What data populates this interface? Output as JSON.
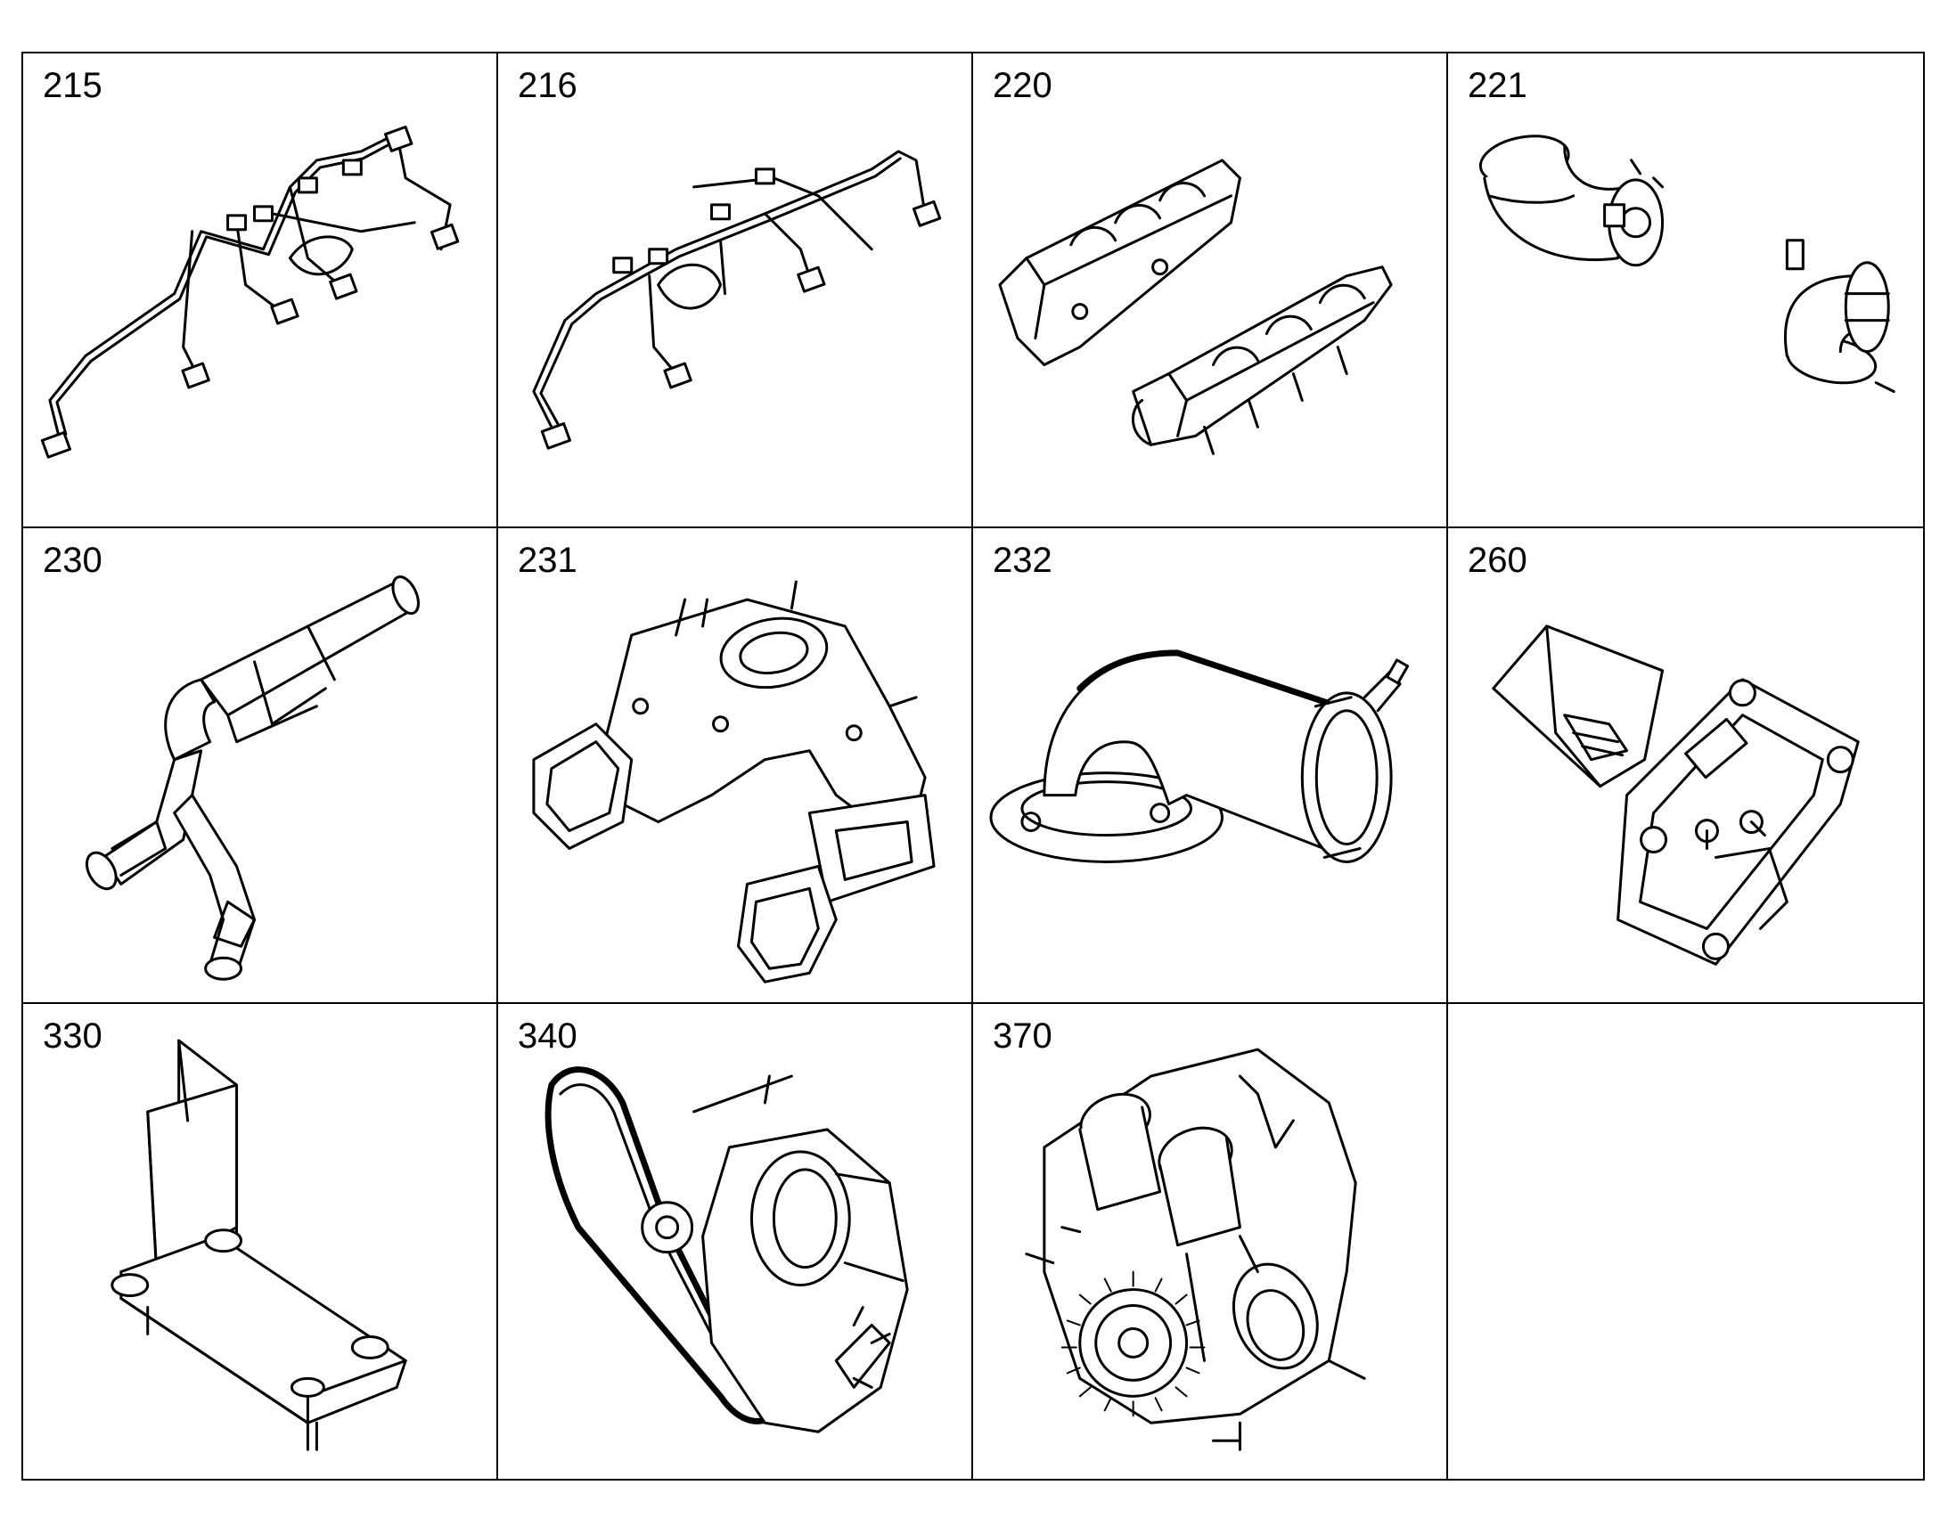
{
  "cells": [
    {
      "label": "215",
      "icon": "fuel-injection-lines-icon"
    },
    {
      "label": "216",
      "icon": "fuel-injection-lines-icon"
    },
    {
      "label": "220",
      "icon": "intake-manifold-icon"
    },
    {
      "label": "221",
      "icon": "air-intake-elbow-icon"
    },
    {
      "label": "230",
      "icon": "exhaust-pipe-icon"
    },
    {
      "label": "231",
      "icon": "exhaust-manifold-icon"
    },
    {
      "label": "232",
      "icon": "elbow-pipe-with-clamp-icon"
    },
    {
      "label": "260",
      "icon": "mounting-bracket-plate-icon"
    },
    {
      "label": "330",
      "icon": "support-bracket-icon"
    },
    {
      "label": "340",
      "icon": "belt-drive-alternator-icon"
    },
    {
      "label": "370",
      "icon": "gear-pump-housing-icon"
    },
    {
      "label": "",
      "icon": ""
    }
  ]
}
